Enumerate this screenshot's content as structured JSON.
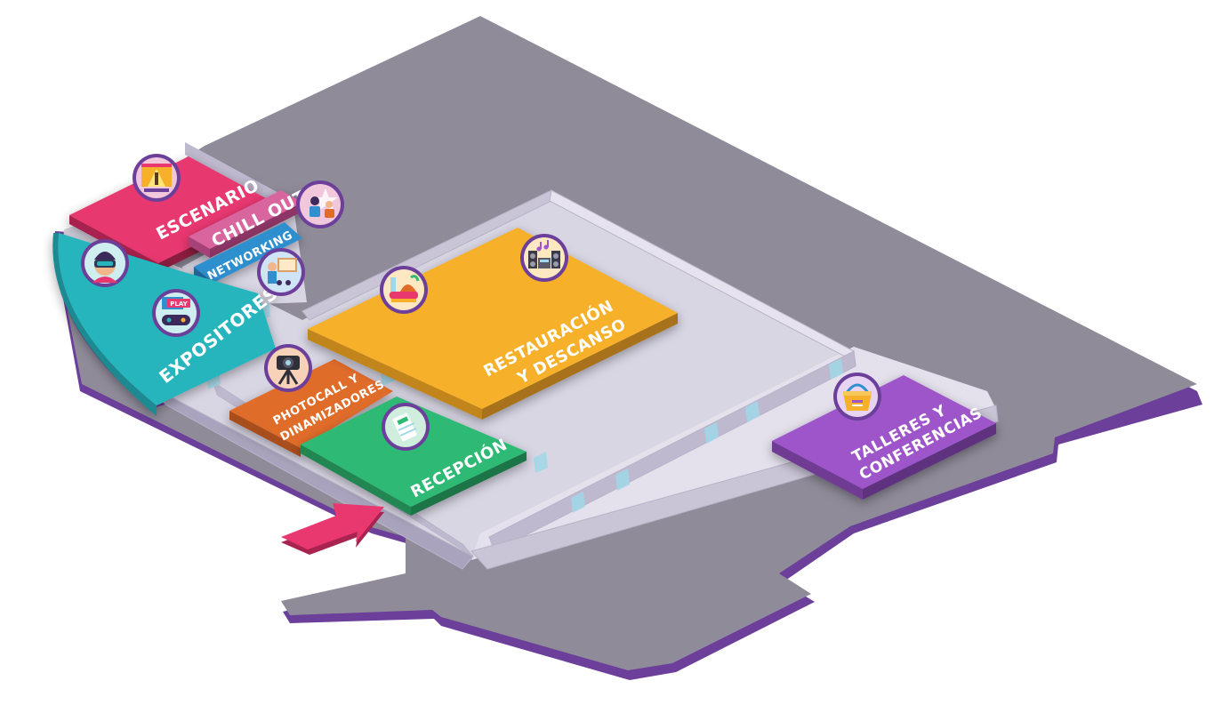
{
  "zones": {
    "escenario": {
      "label": "ESCENARIO",
      "color": "#e8386f",
      "icon": "stage-icon"
    },
    "chill_out": {
      "label": "CHILL OUT",
      "color": "#d9659f",
      "icon": "relax-people-icon"
    },
    "networking": {
      "label": "NETWORKING",
      "color": "#2f8fcf",
      "icon": "presentation-board-icon"
    },
    "expositores": {
      "label": "EXPOSITORES",
      "color": "#27b5bd",
      "icons": [
        "vr-headset-icon",
        "game-controller-icon"
      ],
      "play_badge": "PLAY"
    },
    "photocall": {
      "line1": "PHOTOCALL Y",
      "line2": "DINAMIZADORES",
      "color": "#e06c2a",
      "icon": "camera-tripod-icon"
    },
    "recepcion": {
      "label": "RECEPCIÓN",
      "color": "#2fba74",
      "icon": "ticket-icon"
    },
    "restauracion": {
      "line1": "RESTAURACIÓN",
      "line2": "Y DESCANSO",
      "color": "#f6b02a",
      "icons": [
        "food-tray-icon",
        "sound-system-icon"
      ]
    },
    "talleres": {
      "line1": "TALLERES Y",
      "line2": "CONFERENCIAS",
      "color": "#9d55c9",
      "icon": "bucket-icon"
    }
  },
  "colors": {
    "floor": "#8f8b99",
    "floor_edge": "#6b3f9a",
    "walls": "#d9d6e4",
    "entrance_arrow": "#e8386f"
  }
}
